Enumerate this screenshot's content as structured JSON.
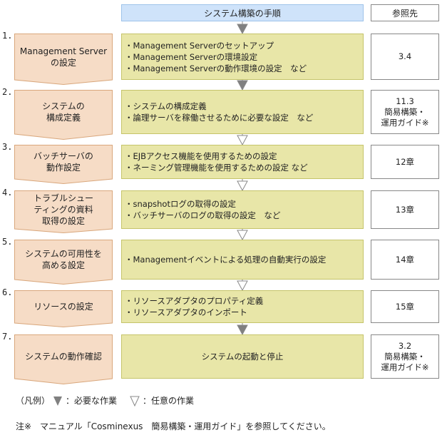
{
  "header": {
    "title": "システム構築の手順",
    "ref_title": "参照先"
  },
  "colors": {
    "header_bg": "#cfe3fa",
    "step_bg": "#f6dcc6",
    "step_border": "#d9a77c",
    "task_bg": "#e8e6a8",
    "task_border": "#c5c46a",
    "required_arrow": "#808080",
    "optional_arrow": "#ffffff"
  },
  "steps": [
    {
      "number": "1.",
      "label_lines": [
        "Management Server",
        "の設定"
      ],
      "tasks": [
        "・Management Serverのセットアップ",
        "・Management Serverの環境設定",
        "・Management Serverの動作環境の設定　など"
      ],
      "ref_lines": [
        "3.4"
      ],
      "arrow_in": "required"
    },
    {
      "number": "2.",
      "label_lines": [
        "システムの",
        "構成定義"
      ],
      "tasks": [
        "・システムの構成定義",
        "・論理サーバを稼働させるために必要な設定　など"
      ],
      "ref_lines": [
        "11.3",
        "簡易構築・",
        "運用ガイド※"
      ],
      "arrow_in": "required"
    },
    {
      "number": "3.",
      "label_lines": [
        "バッチサーバの",
        "動作設定"
      ],
      "tasks": [
        "・EJBアクセス機能を使用するための設定",
        "・ネーミング管理機能を使用するための設定 など"
      ],
      "ref_lines": [
        "12章"
      ],
      "arrow_in": "optional"
    },
    {
      "number": "4.",
      "label_lines": [
        "トラブルシュー",
        "ティングの資料",
        "取得の設定"
      ],
      "tasks": [
        "・snapshotログの取得の設定",
        "・バッチサーバのログの取得の設定　など"
      ],
      "ref_lines": [
        "13章"
      ],
      "arrow_in": "optional"
    },
    {
      "number": "5.",
      "label_lines": [
        "システムの可用性を",
        "高める設定"
      ],
      "tasks": [
        "・Managementイベントによる処理の自動実行の設定"
      ],
      "ref_lines": [
        "14章"
      ],
      "arrow_in": "optional"
    },
    {
      "number": "6.",
      "label_lines": [
        "リソースの設定"
      ],
      "tasks": [
        "・リソースアダプタのプロパティ定義",
        "・リソースアダプタのインポート"
      ],
      "ref_lines": [
        "15章"
      ],
      "arrow_in": "optional"
    },
    {
      "number": "7.",
      "label_lines": [
        "システムの動作確認"
      ],
      "tasks": [
        "システムの起動と停止"
      ],
      "ref_lines": [
        "3.2",
        "簡易構築・",
        "運用ガイド※"
      ],
      "arrow_in": "required"
    }
  ],
  "legend": {
    "prefix": "（凡例）",
    "required_label": "：必要な作業",
    "optional_label": "：任意の作業"
  },
  "note": "注※　マニュアル「Cosminexus　簡易構築・運用ガイド」を参照してください。"
}
